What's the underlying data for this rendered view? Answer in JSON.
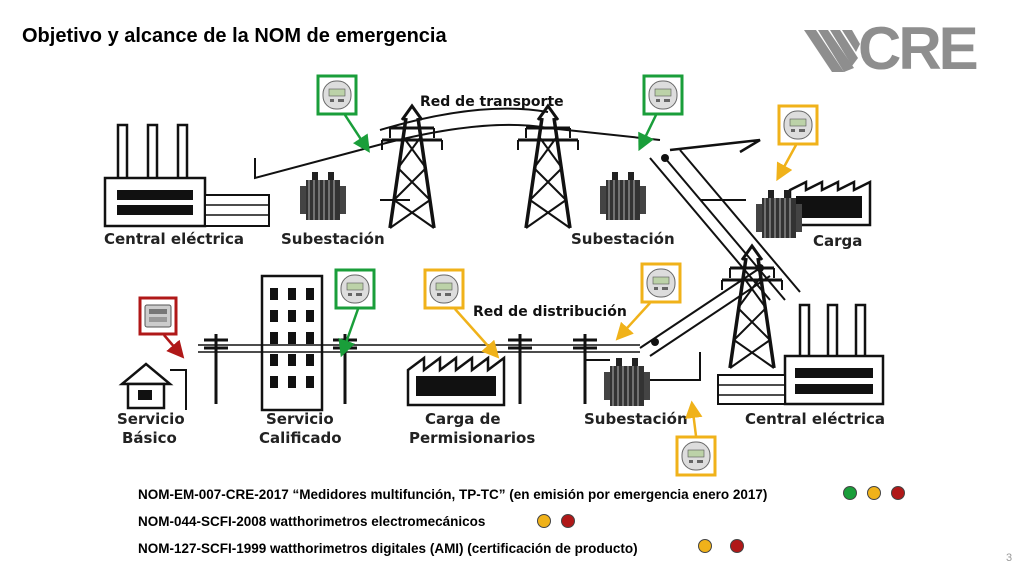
{
  "title": "Objetivo y alcance de la NOM de emergencia",
  "logo_text": "CRE",
  "diagram": {
    "network_labels": {
      "transport": "Red de transporte",
      "distribution": "Red de distribución"
    },
    "labels": {
      "central_top": "Central eléctrica",
      "subestacion_1": "Subestación",
      "subestacion_2": "Subestación",
      "carga": "Carga",
      "servicio_basico_1": "Servicio",
      "servicio_basico_2": "Básico",
      "servicio_calificado_1": "Servicio",
      "servicio_calificado_2": "Calificado",
      "carga_perm_1": "Carga de",
      "carga_perm_2": "Permisionarios",
      "subestacion_3": "Subestación",
      "central_bottom": "Central eléctrica"
    }
  },
  "norms": [
    {
      "text": "NOM-EM-007-CRE-2017 “Medidores multifunción, TP-TC” (en emisión por emergencia enero 2017)",
      "dots": [
        "green",
        "yellow",
        "red"
      ]
    },
    {
      "text": "NOM-044-SCFI-2008  watthorimetros electromecánicos",
      "dots": [
        "yellow",
        "red"
      ]
    },
    {
      "text": "NOM-127-SCFI-1999 watthorimetros digitales (AMI) (certificación de producto)",
      "dots": [
        "yellow",
        "red"
      ]
    }
  ],
  "colors": {
    "green": "#1a9e3a",
    "yellow": "#f0b21a",
    "red": "#b01818",
    "logo": "#8e8e8e"
  },
  "page_number": "3"
}
